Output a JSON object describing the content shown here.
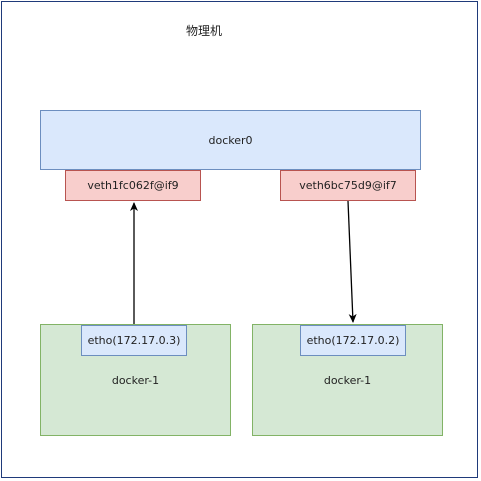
{
  "host": {
    "label": "物理机"
  },
  "bridge": {
    "label": "docker0"
  },
  "veths": [
    {
      "label": "veth1fc062f@if9"
    },
    {
      "label": "veth6bc75d9@if7"
    }
  ],
  "containers": [
    {
      "label": "docker-1",
      "iface": "etho(172.17.0.3)"
    },
    {
      "label": "docker-1",
      "iface": "etho(172.17.0.2)"
    }
  ],
  "edges": [
    {
      "from": "containers.0.iface",
      "to": "veths.0",
      "direction": "up"
    },
    {
      "from": "veths.1",
      "to": "containers.1.iface",
      "direction": "down"
    }
  ]
}
